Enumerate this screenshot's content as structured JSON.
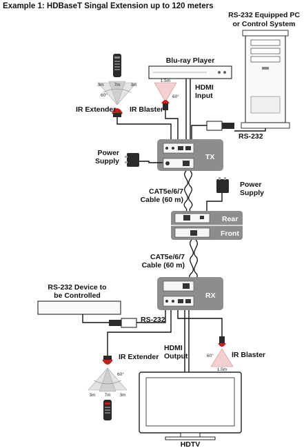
{
  "title": "Example 1: HDBaseT Singal Extension up to 120 meters",
  "labels": {
    "pc": [
      "RS-232 Equipped PC",
      "or Control System"
    ],
    "bluray": "Blu-ray Player",
    "hdmi_input": [
      "HDMI",
      "Input"
    ],
    "ir_extender_top": "IR Extender",
    "ir_blaster_top": "IR Blaster",
    "rs232_top": "RS-232",
    "power_supply_left": [
      "Power",
      "Supply"
    ],
    "tx": "TX",
    "cable_top": [
      "CAT5e/6/7",
      "Cable (60 m)"
    ],
    "power_supply_right": [
      "Power",
      "Supply"
    ],
    "rear": "Rear",
    "front": "Front",
    "cable_bottom": [
      "CAT5e/6/7",
      "Cable (60 m)"
    ],
    "rx": "RX",
    "rs232_device": [
      "RS-232 Device to",
      "be Controlled"
    ],
    "rs232_bottom": "RS-232",
    "ir_extender_bottom": "IR Extender",
    "hdmi_output": [
      "HDMI",
      "Output"
    ],
    "ir_blaster_bottom": "IR Blaster",
    "hdtv": "HDTV"
  },
  "ir_pattern_top": {
    "left": "3m",
    "mid": "7m",
    "right": "3m",
    "angle": "60°"
  },
  "ir_blaster_top_spec": {
    "distance": "1.5m",
    "angle": "60°"
  },
  "ir_pattern_bottom": {
    "left": "3m",
    "mid": "7m",
    "right": "3m",
    "angle": "60°"
  },
  "ir_blaster_bottom_spec": {
    "distance": "1.5m",
    "angle": "60°"
  }
}
